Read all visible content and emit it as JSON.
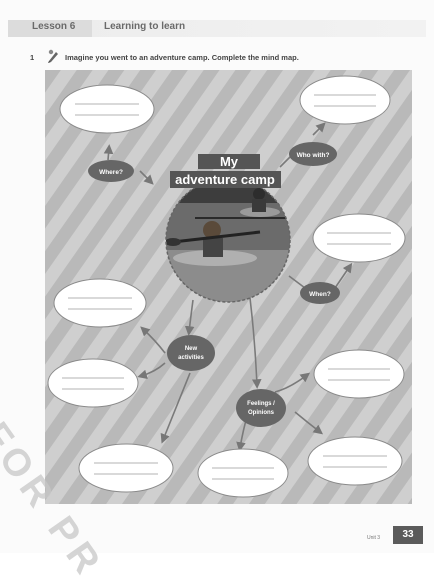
{
  "header": {
    "lesson_number": "Lesson 6",
    "lesson_title": "Learning to learn"
  },
  "exercise": {
    "number": "1",
    "instruction": "Imagine you went to an adventure camp. Complete the mind map."
  },
  "mind_map": {
    "center_title_line1": "My",
    "center_title_line2": "adventure camp",
    "labels": {
      "where": "Where?",
      "who_with": "Who with?",
      "when": "When?",
      "new_line1": "New",
      "new_line2": "activities",
      "feel_line1": "Feelings /",
      "feel_line2": "Opinions"
    }
  },
  "footer": {
    "unit": "Unit 3",
    "page": "33"
  },
  "watermark": "FOR PR"
}
